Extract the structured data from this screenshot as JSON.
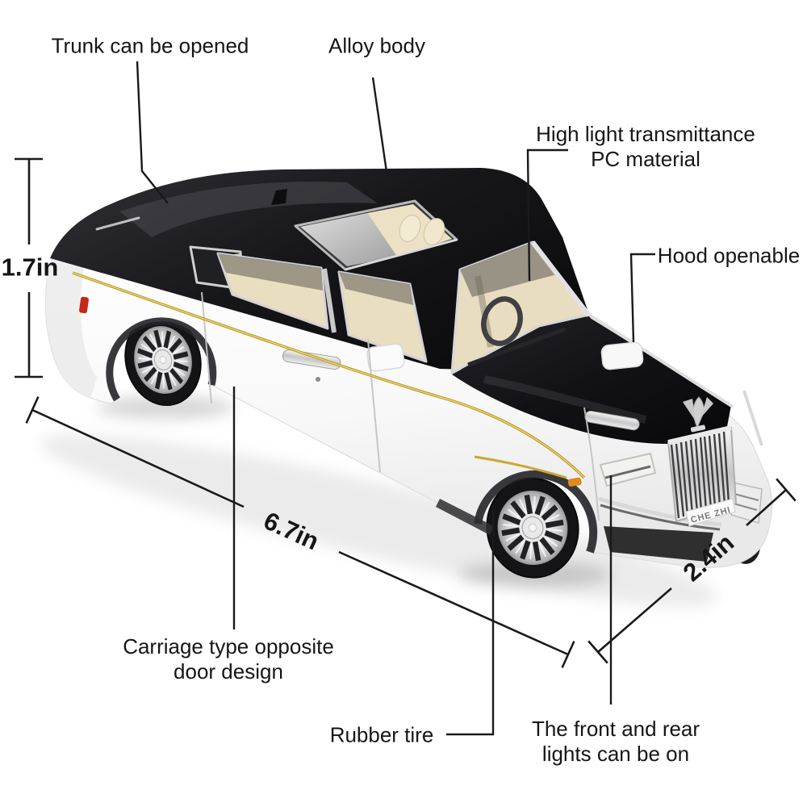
{
  "labels": {
    "trunk": "Trunk can be opened",
    "alloy_body": "Alloy body",
    "pc_material": "High light transmittance PC material",
    "hood": "Hood openable",
    "carriage_doors": "Carriage type opposite door design",
    "rubber_tire": "Rubber tire",
    "lights": "The front and rear lights can be on"
  },
  "dimensions": {
    "height": "1.7in",
    "length": "6.7in",
    "width": "2.4in"
  },
  "car": {
    "plate_text": "CHE ZHI",
    "colors": {
      "body": "#ffffff",
      "roof_and_hood": "#1a1a1e",
      "pinstripe": "#c9a227",
      "interior_cream": "#e9dec0",
      "annotation_ink": "#161616",
      "tail_light": "#c3271b",
      "side_marker": "#e08a1e",
      "chrome": "#d9d9d9"
    }
  }
}
